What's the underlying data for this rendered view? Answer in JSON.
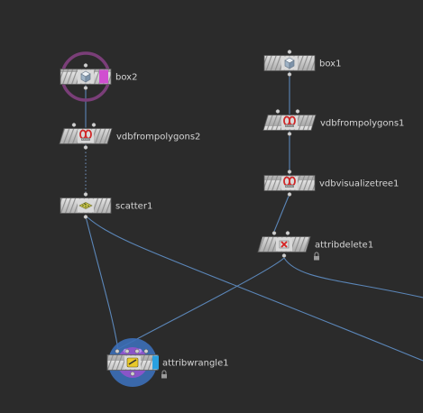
{
  "app": {
    "context": "Houdini SOP network editor"
  },
  "colors": {
    "background": "#2b2b2b",
    "wire": "#5b86b8",
    "wire_dotted": "#6f8fb8",
    "node_body": "#c9c9c9",
    "node_stripe": "#8e8e8e",
    "display_flag": "#d04fd0",
    "template_flag": "#2aa0e0",
    "vdb_red": "#d02828",
    "selection_ring": "#7a3e78",
    "wrangle_halo": "#3c6fb8",
    "label": "#d6d6d6"
  },
  "nodes": [
    {
      "id": "box2",
      "label": "box2",
      "icon": "box-icon",
      "display_flag": true
    },
    {
      "id": "vdbfrompolygons2",
      "label": "vdbfrompolygons2",
      "icon": "vdb-icon"
    },
    {
      "id": "scatter1",
      "label": "scatter1",
      "icon": "scatter-icon"
    },
    {
      "id": "box1",
      "label": "box1",
      "icon": "box-icon"
    },
    {
      "id": "vdbfrompolygons1",
      "label": "vdbfrompolygons1",
      "icon": "vdb-icon"
    },
    {
      "id": "vdbvisualizetree1",
      "label": "vdbvisualizetree1",
      "icon": "vdb-icon"
    },
    {
      "id": "attribdelete1",
      "label": "attribdelete1",
      "icon": "attribdelete-icon",
      "locked": true
    },
    {
      "id": "attribwrangle1",
      "label": "attribwrangle1",
      "icon": "wrangle-icon",
      "locked": true,
      "template_flag": true
    }
  ],
  "connections": [
    {
      "from": "box2",
      "to": "vdbfrompolygons2"
    },
    {
      "from": "vdbfrompolygons2",
      "to": "scatter1",
      "style": "dotted"
    },
    {
      "from": "scatter1",
      "to": "attribwrangle1"
    },
    {
      "from": "scatter1",
      "to": "offscreen-right"
    },
    {
      "from": "box1",
      "to": "vdbfrompolygons1"
    },
    {
      "from": "vdbfrompolygons1",
      "to": "vdbvisualizetree1"
    },
    {
      "from": "vdbvisualizetree1",
      "to": "attribdelete1"
    },
    {
      "from": "attribdelete1",
      "to": "attribwrangle1"
    },
    {
      "from": "attribdelete1",
      "to": "offscreen-right"
    }
  ]
}
